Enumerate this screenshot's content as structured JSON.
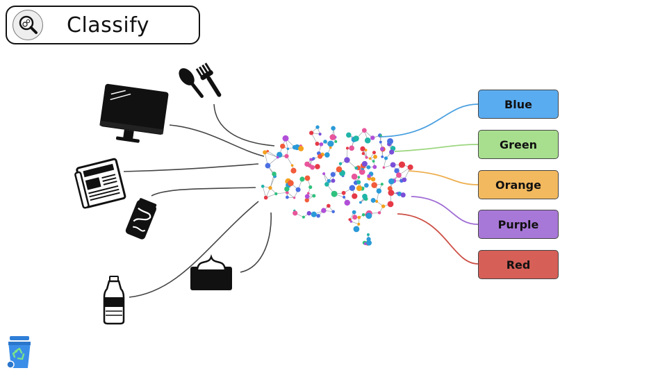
{
  "header": {
    "title": "Classify",
    "icon": "magnifier-gear-icon"
  },
  "items": [
    {
      "name": "fork-spoon-icon"
    },
    {
      "name": "monitor-icon"
    },
    {
      "name": "newspaper-icon"
    },
    {
      "name": "can-icon"
    },
    {
      "name": "bottle-icon"
    },
    {
      "name": "tissue-box-icon"
    }
  ],
  "center": {
    "icon": "neural-brain-icon"
  },
  "categories": [
    {
      "label": "Blue",
      "color": "#5aacf0",
      "line_color": "#4aa0e0"
    },
    {
      "label": "Green",
      "color": "#a8df8e",
      "line_color": "#9bd67e"
    },
    {
      "label": "Orange",
      "color": "#f2b95f",
      "line_color": "#eeae4f"
    },
    {
      "label": "Purple",
      "color": "#a878d8",
      "line_color": "#9e6ad4"
    },
    {
      "label": "Red",
      "color": "#d65f57",
      "line_color": "#cc4f45"
    }
  ],
  "footer": {
    "icon": "recycle-bin-icon"
  }
}
